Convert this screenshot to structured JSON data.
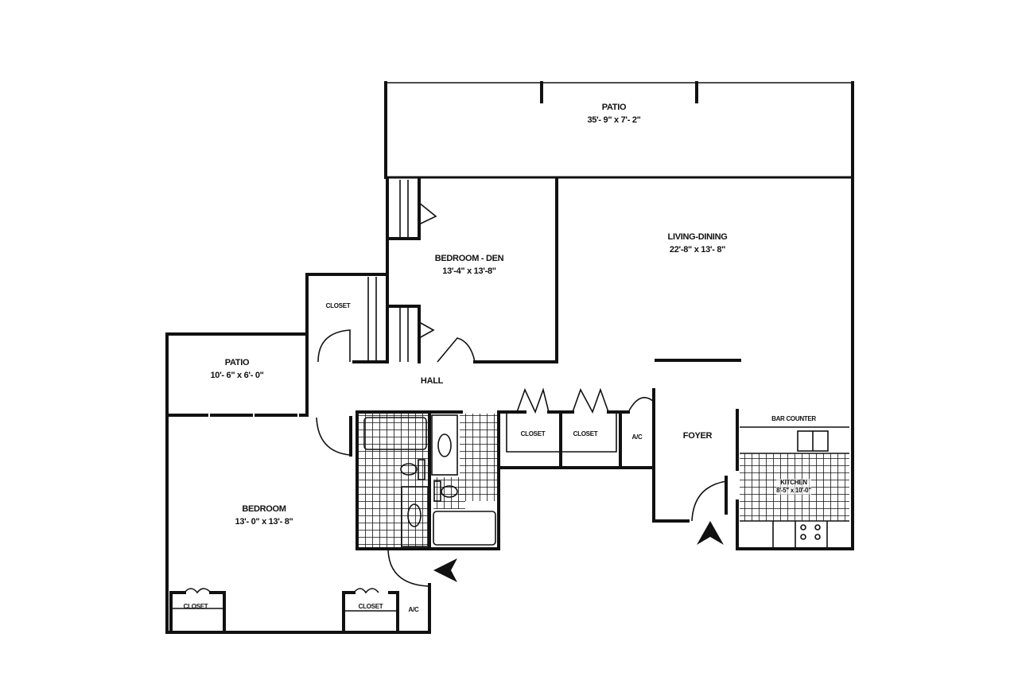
{
  "rooms": {
    "patio_top": {
      "name": "PATIO",
      "dims": "35'- 9\" x 7'- 2\""
    },
    "living_dining": {
      "name": "LIVING-DINING",
      "dims": "22'-8\" x 13'- 8\""
    },
    "bedroom_den": {
      "name": "BEDROOM - DEN",
      "dims": "13'-4\" x 13'-8\""
    },
    "patio_small": {
      "name": "PATIO",
      "dims": "10'- 6\" x 6'- 0\""
    },
    "bedroom": {
      "name": "BEDROOM",
      "dims": "13'- 0\" x 13'- 8\""
    },
    "hall": {
      "name": "HALL"
    },
    "foyer": {
      "name": "FOYER"
    },
    "kitchen": {
      "name": "KITCHEN",
      "dims": "8'-5\" x 10'-0\""
    },
    "bar_counter": {
      "name": "BAR COUNTER"
    },
    "closet_hall": {
      "name": "CLOSET"
    },
    "closet_1": {
      "name": "CLOSET"
    },
    "closet_2": {
      "name": "CLOSET"
    },
    "ac_foyer": {
      "name": "A/C"
    },
    "closet_bed_left": {
      "name": "CLOSET"
    },
    "closet_bed_right": {
      "name": "CLOSET"
    },
    "ac_bed": {
      "name": "A/C"
    }
  },
  "icons": [
    "entry-arrow-icon",
    "door-swing-icon",
    "tile-floor-pattern"
  ]
}
